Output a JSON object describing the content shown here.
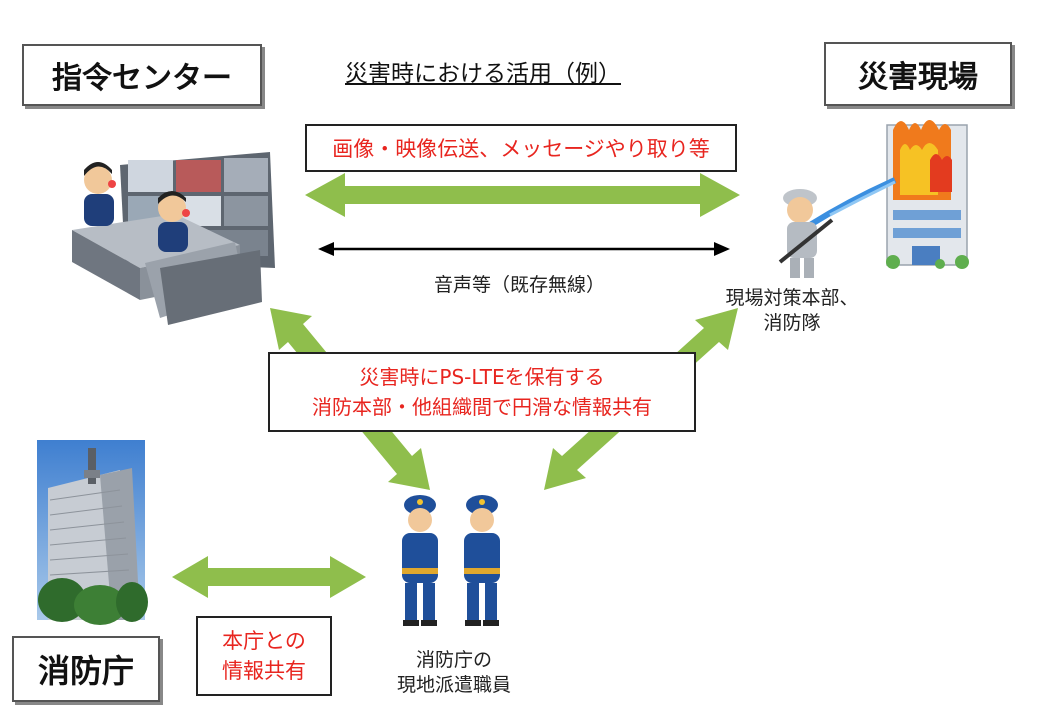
{
  "title": "災害時における活用（例）",
  "nodes": {
    "command_center": "指令センター",
    "disaster_site": "災害現場",
    "fdma": "消防庁"
  },
  "messages": {
    "image_video": "画像・映像伝送、メッセージやり取り等",
    "voice": "音声等（既存無線）",
    "center_line1": "災害時にPS-LTEを保有する",
    "center_line2": "消防本部・他組織間で円滑な情報共有",
    "hq_line1": "本庁との",
    "hq_line2": "情報共有"
  },
  "captions": {
    "site_line1": "現場対策本部、",
    "site_line2": "消防隊",
    "staff_line1": "消防庁の",
    "staff_line2": "現地派遣職員"
  },
  "colors": {
    "arrow_green": "#8fbe4c",
    "text_red": "#e8251f",
    "uniform_blue": "#1f4f9a"
  },
  "icons": [
    "command-center-illustration-icon",
    "firefighter-icon",
    "burning-building-icon",
    "office-building-photo-icon",
    "fire-staff-icon"
  ]
}
